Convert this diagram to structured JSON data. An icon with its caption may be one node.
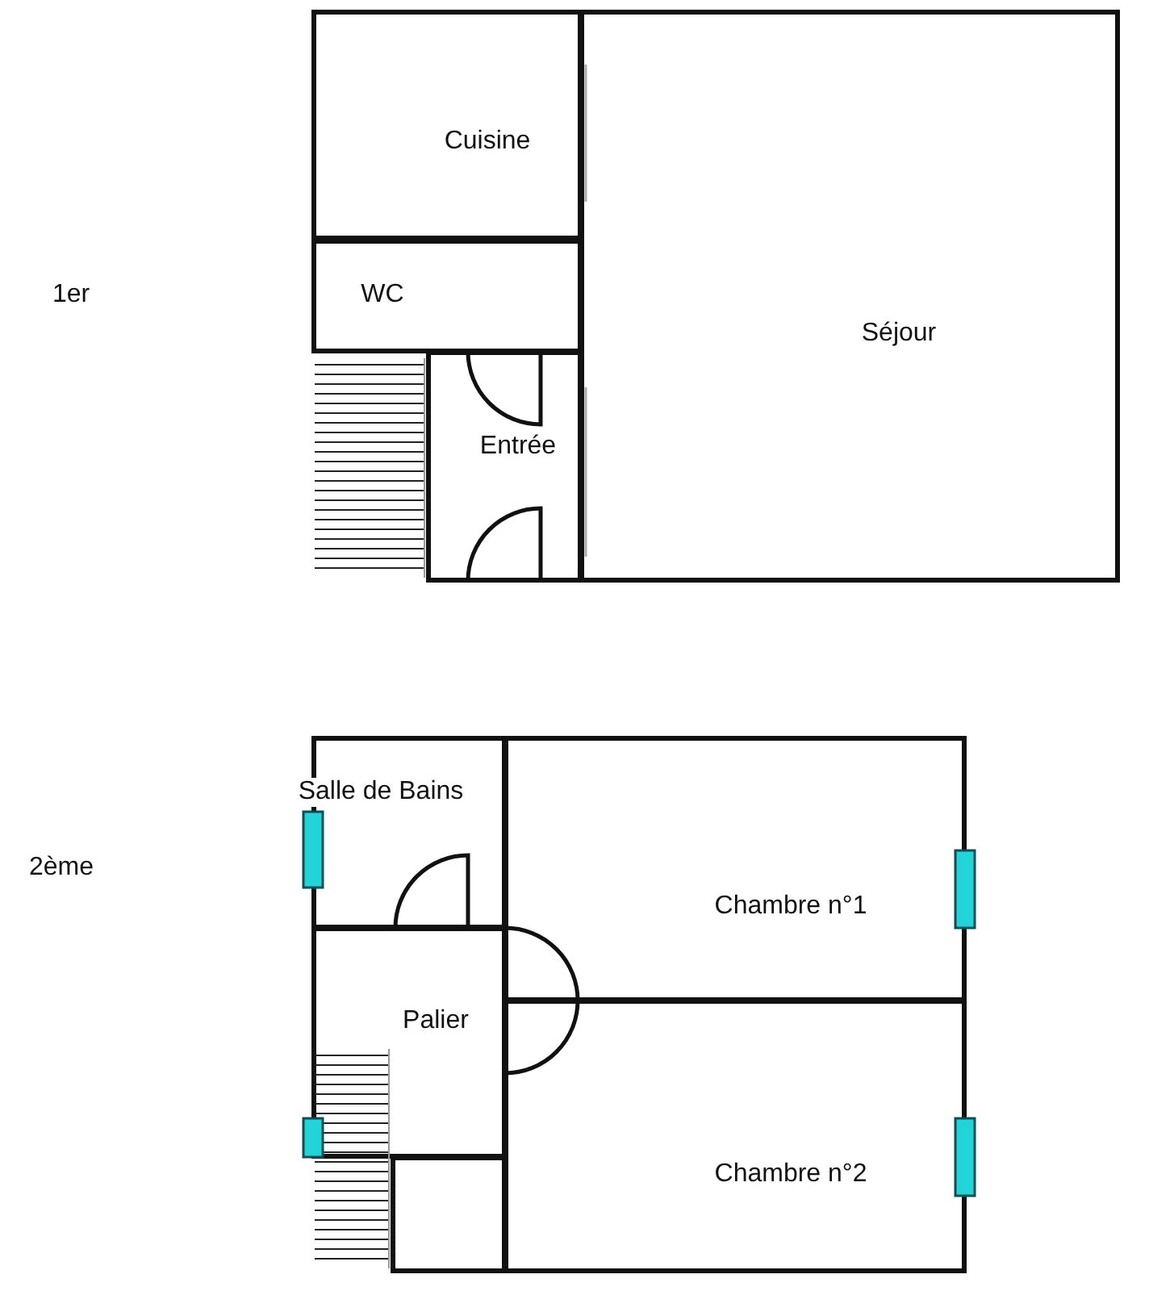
{
  "diagram": {
    "nodes": [
      {
        "text": [
          "Cuisine"
        ]
      },
      {
        "text": [
          "WC"
        ]
      },
      {
        "text": [
          "Entrée"
        ]
      },
      {
        "text": [
          "Séjour"
        ]
      },
      {
        "text": [
          "Salle de Bains"
        ]
      },
      {
        "text": [
          "Chambre n°1"
        ]
      },
      {
        "text": [
          "Palier"
        ]
      },
      {
        "text": [
          "Chambre n°2"
        ]
      },
      {
        "text": [],
        "shape": "box"
      }
    ],
    "labels": [
      "1er",
      "2ème"
    ]
  }
}
